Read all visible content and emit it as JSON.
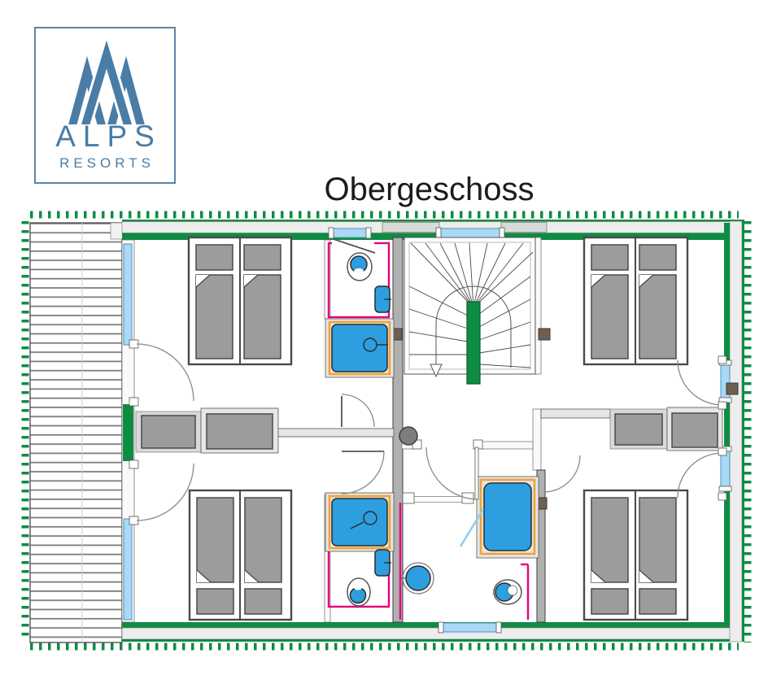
{
  "header": {
    "title": "Obergeschoss"
  },
  "logo": {
    "line1": "ALPS",
    "line2": "RESORTS",
    "icon": "mountain-peaks-icon",
    "color": "#4a7da6"
  },
  "colors": {
    "exterior_wall_green": "#0e8c43",
    "insulation_gray": "#ededed",
    "interior_wall_gray": "#b0b0b0",
    "glass_blue": "#a9d9f7",
    "fixture_blue": "#2d9fe0",
    "bathroom_outline_magenta": "#e8007d",
    "shower_frame_orange": "#f0a437",
    "furniture_gray": "#9c9c9c",
    "logo_blue": "#4a7da6",
    "title_color": "#1c1c1c"
  },
  "symbols": [
    "balcony-decking",
    "winder-staircase",
    "double-bed",
    "shower-tray",
    "toilet",
    "washbasin",
    "round-washbasin",
    "window",
    "door-swing",
    "wardrobe",
    "chimney"
  ]
}
